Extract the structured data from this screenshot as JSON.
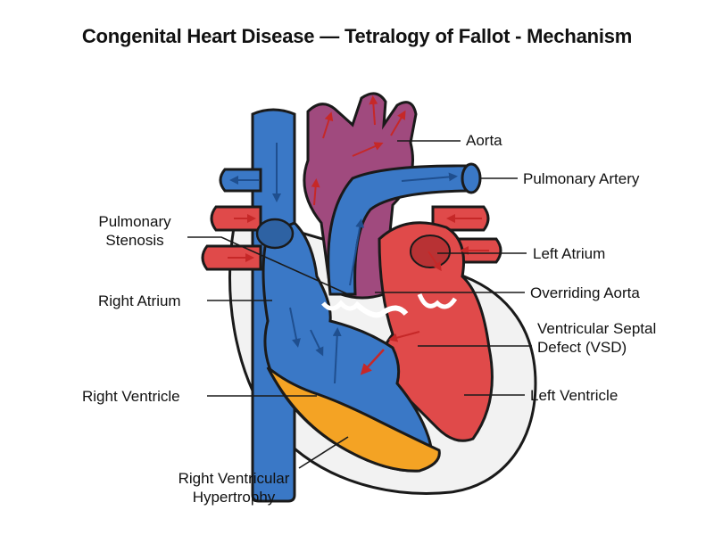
{
  "title": "Congenital Heart Disease — Tetralogy of Fallot - Mechanism",
  "labels": {
    "aorta": "Aorta",
    "pulmonary_artery": "Pulmonary Artery",
    "left_atrium": "Left Atrium",
    "overriding_aorta": "Overriding Aorta",
    "vsd_line1": "Ventricular Septal",
    "vsd_line2": "Defect (VSD)",
    "left_ventricle": "Left Ventricle",
    "pulmonary_stenosis_line1": "Pulmonary",
    "pulmonary_stenosis_line2": "Stenosis",
    "right_atrium": "Right Atrium",
    "right_ventricle": "Right Ventricle",
    "rvh_line1": "Right Ventricular",
    "rvh_line2": "Hypertrophy"
  },
  "colors": {
    "deoxygenated_blue": "#3a78c6",
    "oxygenated_red": "#e04a4a",
    "mixed_purple": "#a04a7e",
    "hypertrophy_orange": "#f4a324",
    "outline": "#1a1a1a"
  }
}
